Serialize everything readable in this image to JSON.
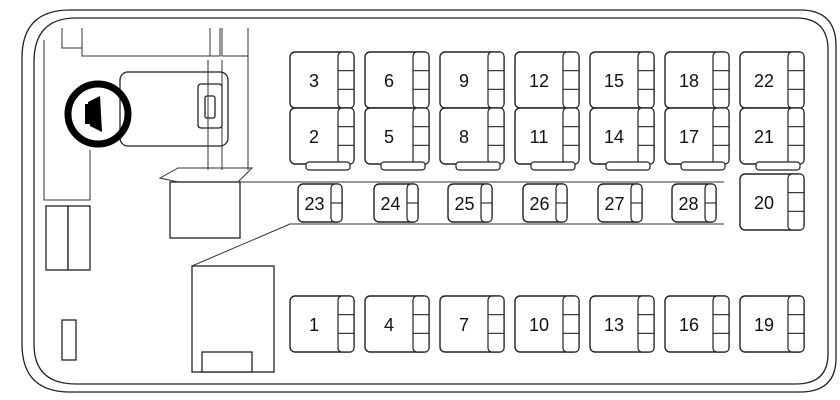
{
  "seats": [
    {
      "id": "seat-3",
      "label": "3"
    },
    {
      "id": "seat-6",
      "label": "6"
    },
    {
      "id": "seat-9",
      "label": "9"
    },
    {
      "id": "seat-12",
      "label": "12"
    },
    {
      "id": "seat-15",
      "label": "15"
    },
    {
      "id": "seat-18",
      "label": "18"
    },
    {
      "id": "seat-22",
      "label": "22"
    },
    {
      "id": "seat-2",
      "label": "2"
    },
    {
      "id": "seat-5",
      "label": "5"
    },
    {
      "id": "seat-8",
      "label": "8"
    },
    {
      "id": "seat-11",
      "label": "11"
    },
    {
      "id": "seat-14",
      "label": "14"
    },
    {
      "id": "seat-17",
      "label": "17"
    },
    {
      "id": "seat-21",
      "label": "21"
    },
    {
      "id": "seat-23",
      "label": "23"
    },
    {
      "id": "seat-24",
      "label": "24"
    },
    {
      "id": "seat-25",
      "label": "25"
    },
    {
      "id": "seat-26",
      "label": "26"
    },
    {
      "id": "seat-27",
      "label": "27"
    },
    {
      "id": "seat-28",
      "label": "28"
    },
    {
      "id": "seat-20",
      "label": "20"
    },
    {
      "id": "seat-1",
      "label": "1"
    },
    {
      "id": "seat-4",
      "label": "4"
    },
    {
      "id": "seat-7",
      "label": "7"
    },
    {
      "id": "seat-10",
      "label": "10"
    },
    {
      "id": "seat-13",
      "label": "13"
    },
    {
      "id": "seat-16",
      "label": "16"
    },
    {
      "id": "seat-19",
      "label": "19"
    }
  ],
  "icons": {
    "steering": "steering-wheel-icon"
  }
}
